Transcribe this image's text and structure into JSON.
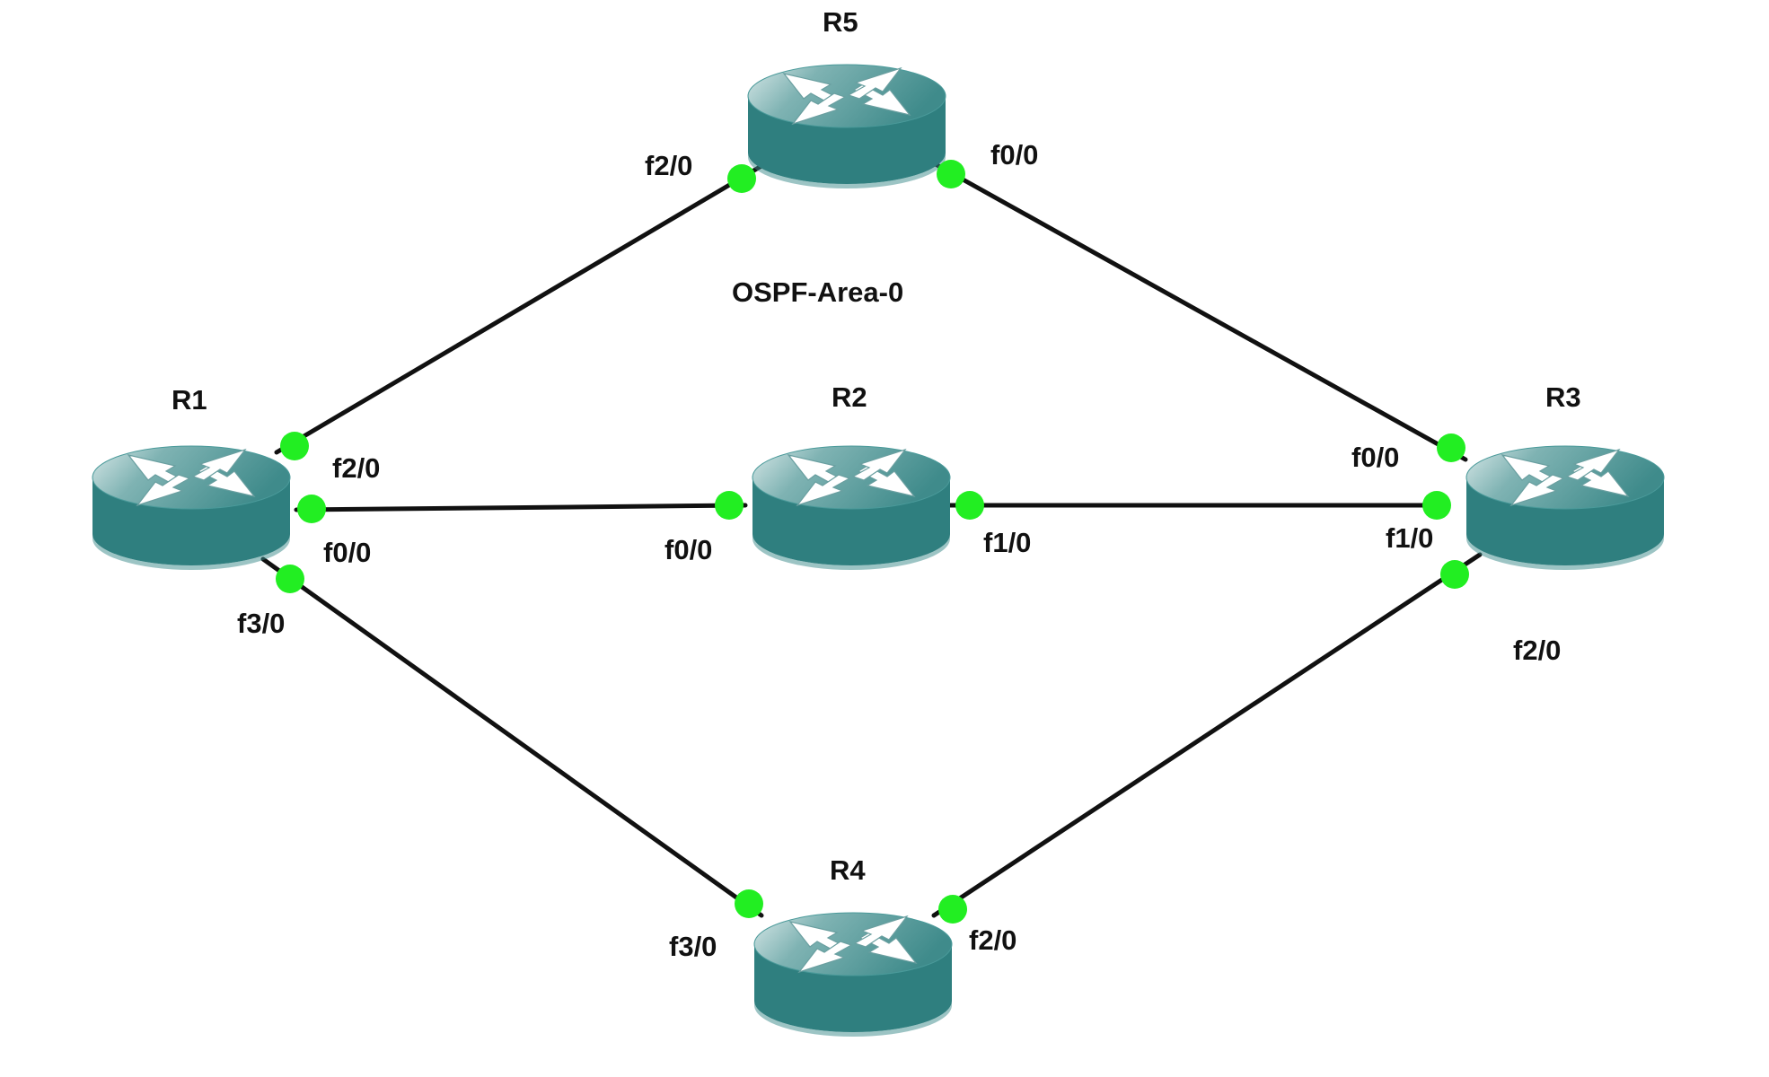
{
  "diagram": {
    "area_label": "OSPF-Area-0",
    "colors": {
      "router": "#2f7f7f",
      "link": "#111111",
      "port": "#22ee22"
    },
    "routers": [
      {
        "id": "R1",
        "name": "R1",
        "icon": "router-icon"
      },
      {
        "id": "R2",
        "name": "R2",
        "icon": "router-icon"
      },
      {
        "id": "R3",
        "name": "R3",
        "icon": "router-icon"
      },
      {
        "id": "R4",
        "name": "R4",
        "icon": "router-icon"
      },
      {
        "id": "R5",
        "name": "R5",
        "icon": "router-icon"
      }
    ],
    "links": [
      {
        "from": "R1",
        "from_port": "f2/0",
        "to": "R5",
        "to_port": "f2/0"
      },
      {
        "from": "R5",
        "from_port": "f0/0",
        "to": "R3",
        "to_port": "f0/0"
      },
      {
        "from": "R1",
        "from_port": "f0/0",
        "to": "R2",
        "to_port": "f0/0"
      },
      {
        "from": "R2",
        "from_port": "f1/0",
        "to": "R3",
        "to_port": "f1/0"
      },
      {
        "from": "R1",
        "from_port": "f3/0",
        "to": "R4",
        "to_port": "f3/0"
      },
      {
        "from": "R4",
        "from_port": "f2/0",
        "to": "R3",
        "to_port": "f2/0"
      }
    ]
  }
}
